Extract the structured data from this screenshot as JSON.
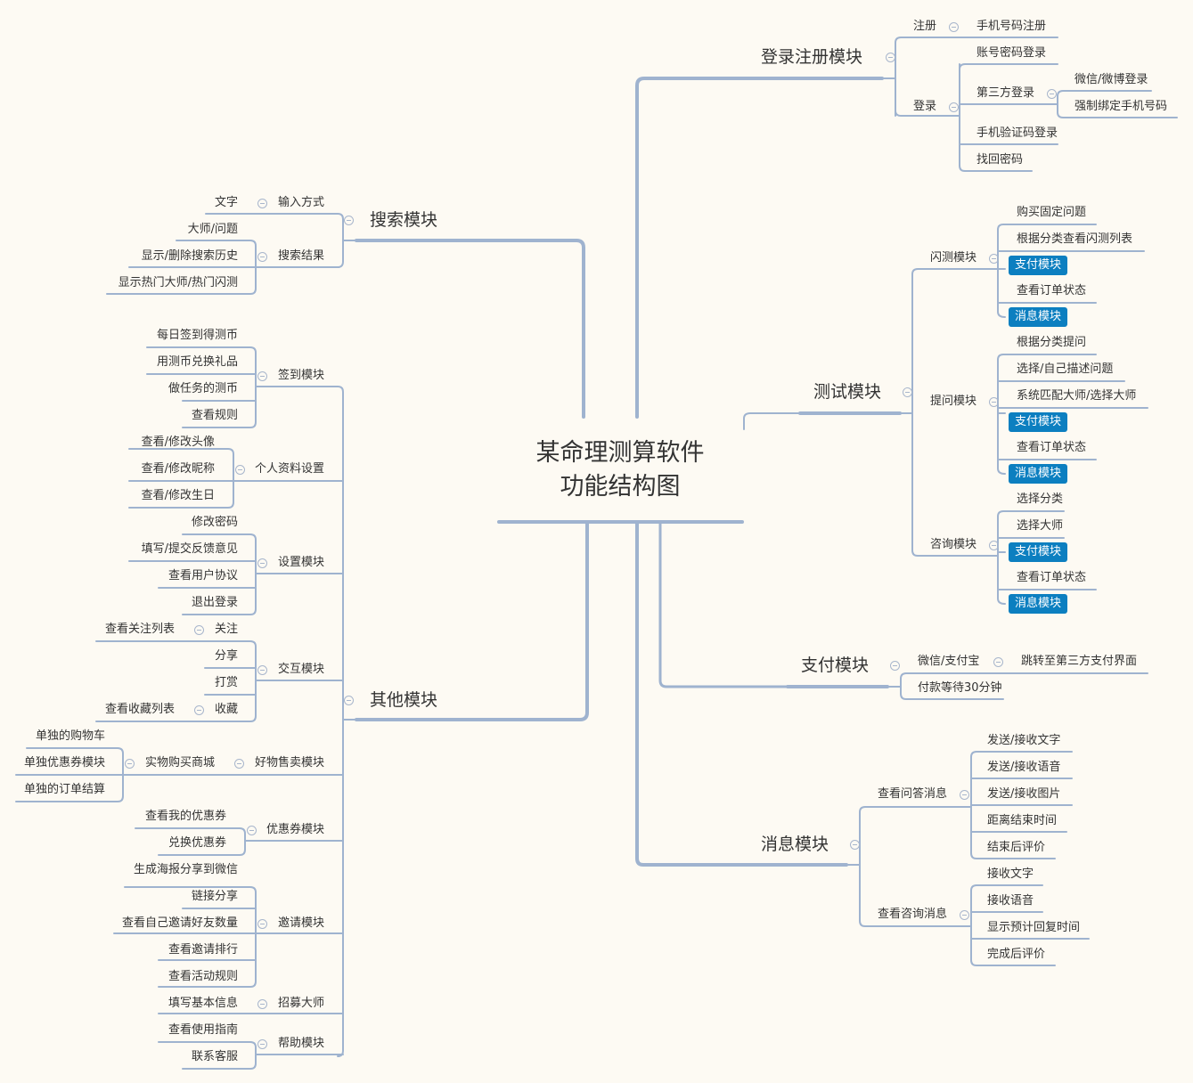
{
  "root": {
    "line1": "某命理测算软件",
    "line2": "功能结构图"
  },
  "colors": {
    "background": "#fdfaf3",
    "line": "#9fb3cf",
    "tag": "#0c7fc0",
    "text": "#333333"
  },
  "login": {
    "title": "登录注册模块",
    "register": {
      "label": "注册",
      "children": [
        "手机号码注册"
      ]
    },
    "login": {
      "label": "登录",
      "children": [
        "账号密码登录",
        "第三方登录",
        "手机验证码登录",
        "找回密码"
      ],
      "third_party": [
        "微信/微博登录",
        "强制绑定手机号码"
      ]
    }
  },
  "test": {
    "title": "测试模块",
    "flash": {
      "label": "闪测模块",
      "children": [
        "购买固定问题",
        "根据分类查看闪测列表",
        "支付模块",
        "查看订单状态",
        "消息模块"
      ]
    },
    "ask": {
      "label": "提问模块",
      "children": [
        "根据分类提问",
        "选择/自己描述问题",
        "系统匹配大师/选择大师",
        "支付模块",
        "查看订单状态",
        "消息模块"
      ]
    },
    "consult": {
      "label": "咨询模块",
      "children": [
        "选择分类",
        "选择大师",
        "支付模块",
        "查看订单状态",
        "消息模块"
      ]
    }
  },
  "pay": {
    "title": "支付模块",
    "wechat": {
      "label": "微信/支付宝",
      "children": [
        "跳转至第三方支付界面"
      ]
    },
    "wait": "付款等待30分钟"
  },
  "message": {
    "title": "消息模块",
    "qa": {
      "label": "查看问答消息",
      "children": [
        "发送/接收文字",
        "发送/接收语音",
        "发送/接收图片",
        "距离结束时间",
        "结束后评价"
      ]
    },
    "consult": {
      "label": "查看咨询消息",
      "children": [
        "接收文字",
        "接收语音",
        "显示预计回复时间",
        "完成后评价"
      ]
    }
  },
  "search": {
    "title": "搜索模块",
    "input": {
      "label": "输入方式",
      "children": [
        "文字"
      ]
    },
    "result": {
      "label": "搜索结果",
      "children": [
        "大师/问题",
        "显示/删除搜索历史",
        "显示热门大师/热门闪测"
      ]
    }
  },
  "other": {
    "title": "其他模块",
    "checkin": {
      "label": "签到模块",
      "children": [
        "每日签到得测币",
        "用测币兑换礼品",
        "做任务的测币",
        "查看规则"
      ]
    },
    "profile": {
      "label": "个人资料设置",
      "children": [
        "查看/修改头像",
        "查看/修改昵称",
        "查看/修改生日"
      ]
    },
    "settings": {
      "label": "设置模块",
      "children": [
        "修改密码",
        "填写/提交反馈意见",
        "查看用户协议",
        "退出登录"
      ]
    },
    "interact": {
      "label": "交互模块",
      "children": [
        "关注",
        "分享",
        "打赏",
        "收藏"
      ],
      "follow_child": "查看关注列表",
      "fav_child": "查看收藏列表"
    },
    "goods": {
      "label": "好物售卖模块",
      "mall": "实物购买商城",
      "mall_children": [
        "单独的购物车",
        "单独优惠券模块",
        "单独的订单结算"
      ]
    },
    "coupon": {
      "label": "优惠券模块",
      "children": [
        "查看我的优惠券",
        "兑换优惠券"
      ]
    },
    "invite": {
      "label": "邀请模块",
      "children": [
        "生成海报分享到微信",
        "链接分享",
        "查看自己邀请好友数量",
        "查看邀请排行",
        "查看活动规则"
      ]
    },
    "recruit": {
      "label": "招募大师",
      "children": [
        "填写基本信息"
      ]
    },
    "help": {
      "label": "帮助模块",
      "children": [
        "查看使用指南",
        "联系客服"
      ]
    }
  }
}
